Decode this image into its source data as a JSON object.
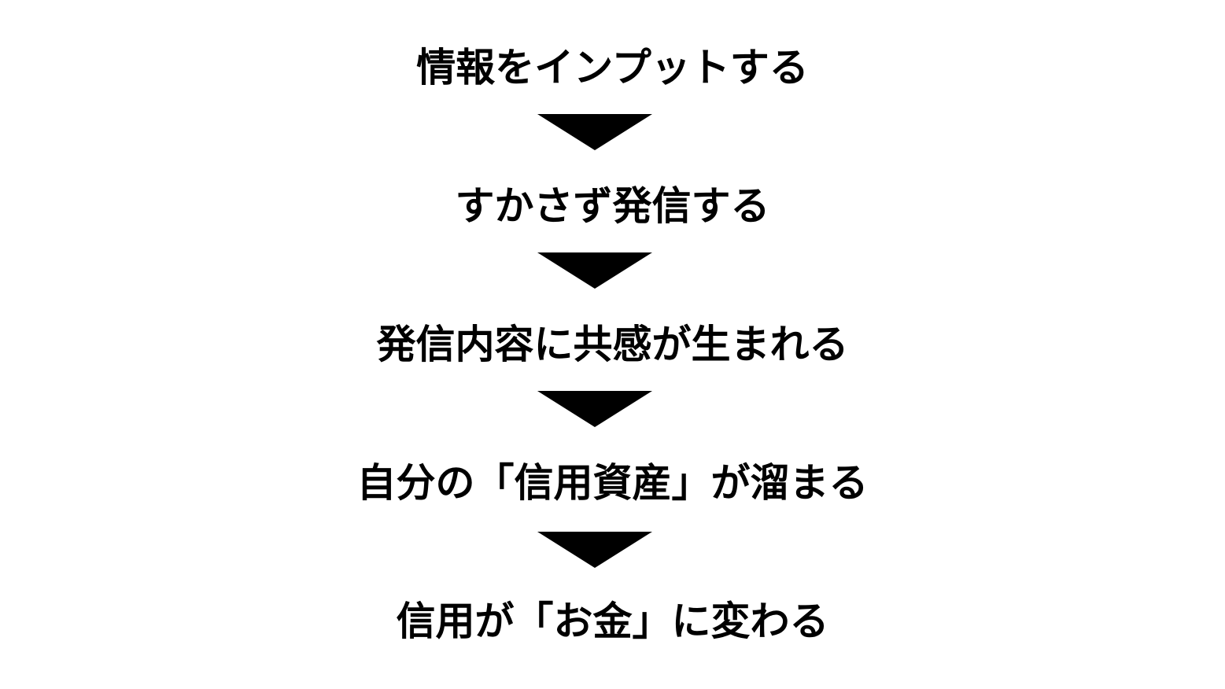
{
  "diagram": {
    "steps": [
      "情報をインプットする",
      "すかさず発信する",
      "発信内容に共感が生まれる",
      "自分の「信用資産」が溜まる",
      "信用が「お金」に変わる"
    ],
    "connector_icon": "down-triangle-arrow-icon",
    "text_color": "#000000",
    "background_color": "#ffffff"
  }
}
